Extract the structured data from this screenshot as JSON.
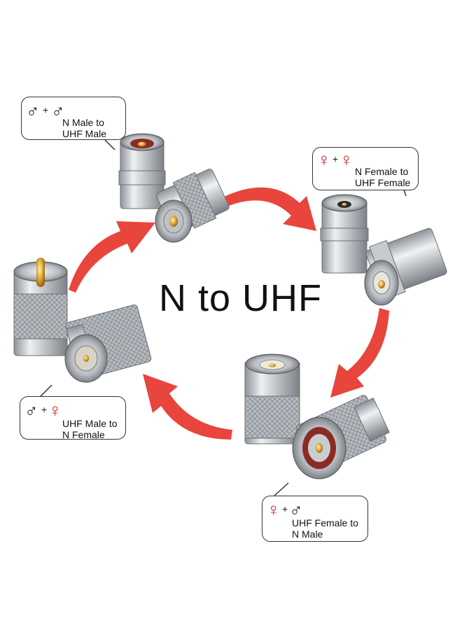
{
  "title": "N to UHF",
  "colors": {
    "arrow": "#e8453c",
    "female_symbol": "#d0201c",
    "male_symbol": "#1a1a1a",
    "metal": "#c9cdd1",
    "gold": "#d9a93b"
  },
  "callouts": [
    {
      "id": "nm-uhfm",
      "sym1": "♂",
      "plus": "+",
      "sym2": "♂",
      "line1": "N Male to",
      "line2": "UHF Male"
    },
    {
      "id": "nf-uhff",
      "sym1": "♀",
      "plus": "+",
      "sym2": "♀",
      "line1": "N Female to",
      "line2": "UHF Female"
    },
    {
      "id": "uhfm-nf",
      "sym1": "♂",
      "plus": "+",
      "sym2": "♀",
      "line1": "UHF Male to",
      "line2": "N Female"
    },
    {
      "id": "uhff-nm",
      "sym1": "♀",
      "plus": "+",
      "sym2": "♂",
      "line1": "UHF Female to",
      "line2": "N Male"
    }
  ]
}
